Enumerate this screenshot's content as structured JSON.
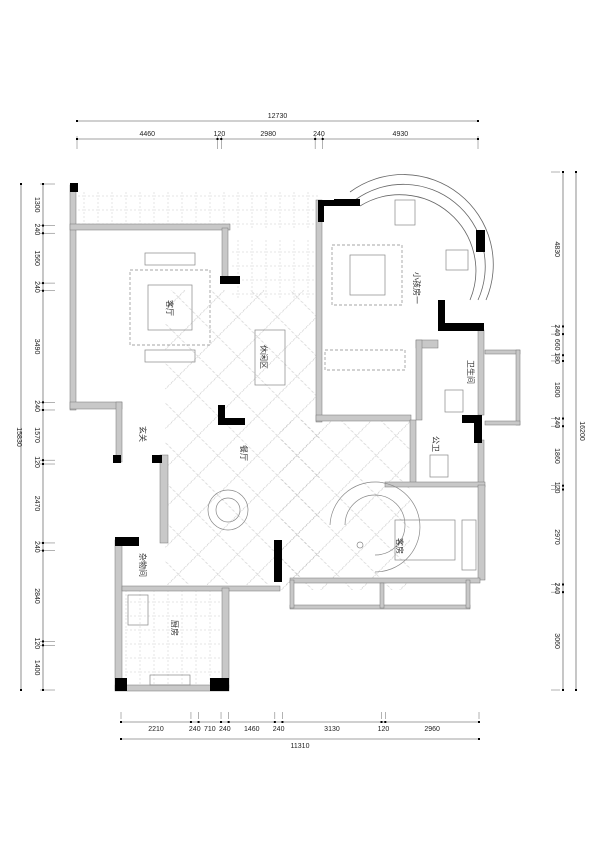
{
  "dimensions": {
    "top": {
      "total": "12730",
      "segments": [
        "4460",
        "120",
        "2980",
        "240",
        "4930"
      ]
    },
    "bottom": {
      "total": "11310",
      "segments": [
        "2210",
        "240",
        "710",
        "240",
        "1460",
        "240",
        "3130",
        "120",
        "2960"
      ]
    },
    "left": {
      "total": "15830",
      "segments": [
        "1300",
        "240",
        "1560",
        "240",
        "3490",
        "240",
        "1570",
        "120",
        "2470",
        "240",
        "2840",
        "120",
        "1400"
      ]
    },
    "right": {
      "total": "16200",
      "segments": [
        "4830",
        "240",
        "660",
        "180",
        "1800",
        "240",
        "1860",
        "120",
        "2970",
        "240",
        "3060"
      ]
    }
  },
  "rooms": {
    "living": "客厅",
    "leisure": "休闲区",
    "dining": "餐厅",
    "foyer": "玄关",
    "storage": "杂物间",
    "kitchen": "厨房",
    "kids_room": "小孩房一",
    "bathroom": "卫生间",
    "public_wc": "公卫",
    "guest_room": "客房"
  },
  "colors": {
    "wall": "#c8c8c8",
    "column": "#000000",
    "line": "#555555",
    "tile": "#bbbbbb"
  }
}
